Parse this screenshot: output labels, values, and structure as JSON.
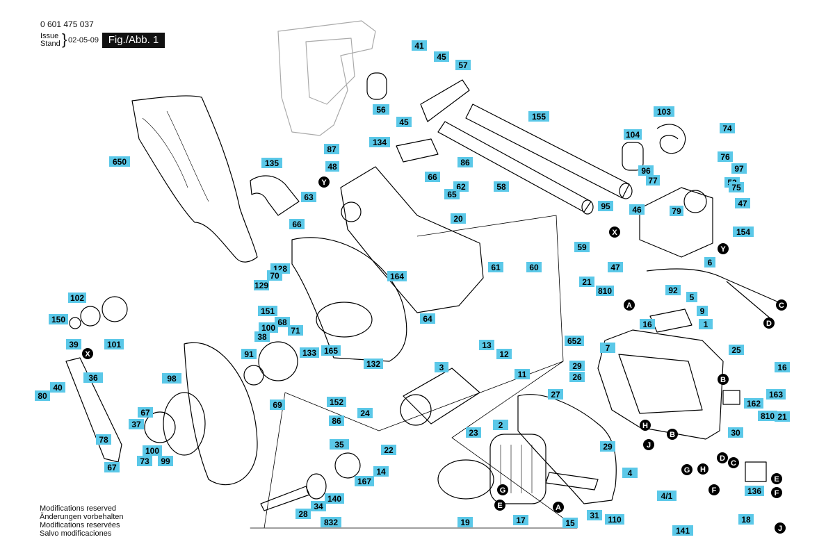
{
  "header": {
    "part_number": "0 601 475 037",
    "issue_label": "Issue",
    "stand_label": "Stand",
    "issue_brace": "}",
    "issue_date": "02-05-09",
    "figure": "Fig./Abb. 1"
  },
  "footer": {
    "lines": [
      "Modifications reserved",
      "Änderungen vorbehalten",
      "Modifications reservées",
      "Salvo modificaciones"
    ]
  },
  "colors": {
    "label_bg": "#5bc8e8",
    "line": "#000000",
    "callout_bg": "#000000"
  },
  "labels": [
    "41",
    "45",
    "57",
    "56",
    "45",
    "155",
    "103",
    "74",
    "134",
    "87",
    "104",
    "76",
    "48",
    "86",
    "96",
    "97",
    "135",
    "650",
    "66",
    "62",
    "77",
    "52",
    "75",
    "63",
    "65",
    "58",
    "95",
    "46",
    "79",
    "47",
    "66",
    "20",
    "154",
    "59",
    "128",
    "70",
    "129",
    "61",
    "60",
    "47",
    "6",
    "21",
    "810",
    "164",
    "92",
    "5",
    "9",
    "64",
    "151",
    "68",
    "100",
    "71",
    "102",
    "150",
    "101",
    "39",
    "38",
    "133",
    "165",
    "16",
    "652",
    "1",
    "25",
    "91",
    "13",
    "12",
    "7",
    "132",
    "29",
    "16",
    "3",
    "11",
    "26",
    "98",
    "36",
    "80",
    "40",
    "163",
    "162",
    "810",
    "21",
    "27",
    "69",
    "152",
    "24",
    "67",
    "37",
    "78",
    "86",
    "30",
    "2",
    "35",
    "22",
    "29",
    "100",
    "73",
    "99",
    "67",
    "23",
    "14",
    "167",
    "4",
    "136",
    "34",
    "140",
    "28",
    "832",
    "19",
    "17",
    "15",
    "31",
    "110",
    "4/1",
    "141",
    "18"
  ],
  "callout_letters": [
    "Y",
    "Y",
    "X",
    "X",
    "A",
    "A",
    "B",
    "B",
    "C",
    "C",
    "D",
    "D",
    "E",
    "E",
    "F",
    "F",
    "G",
    "G",
    "H",
    "H",
    "J",
    "J"
  ]
}
